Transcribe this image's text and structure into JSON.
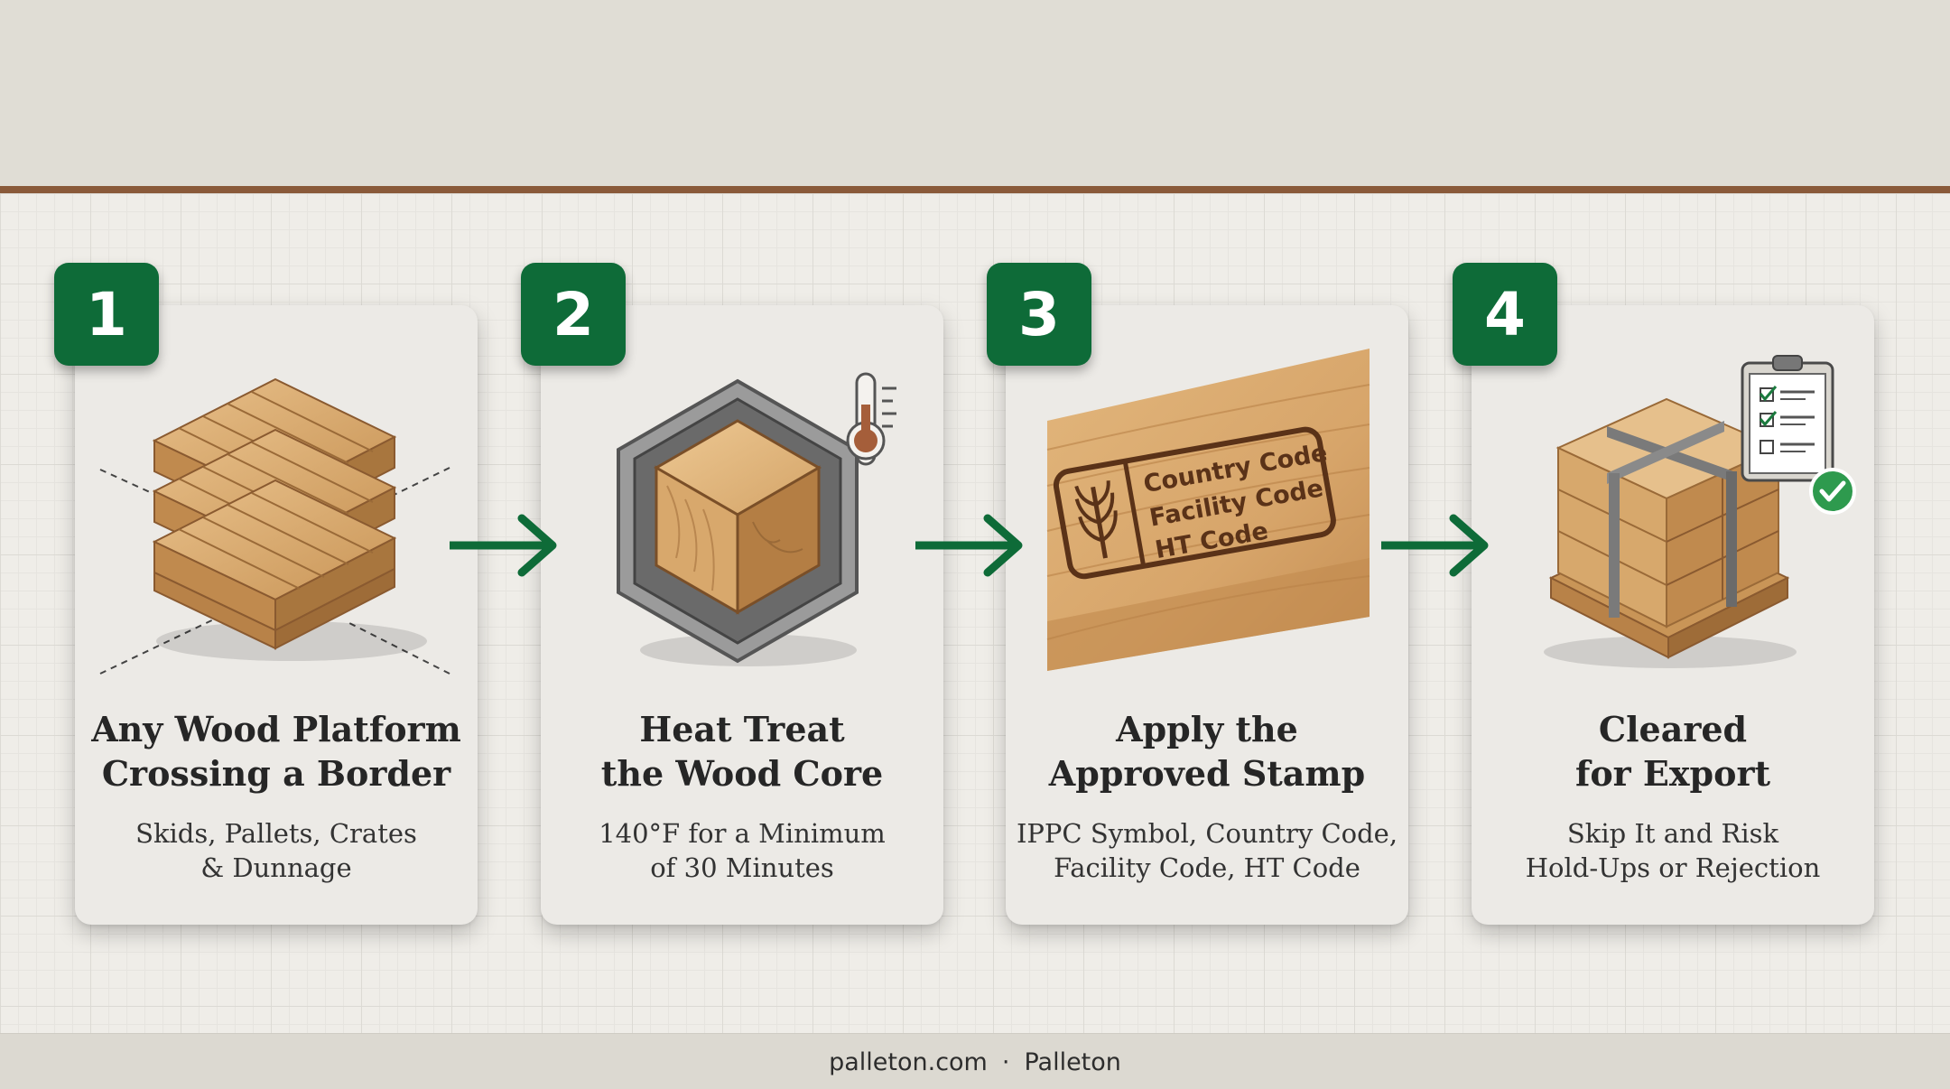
{
  "steps": [
    {
      "number": "1",
      "title_line1": "Any Wood Platform",
      "title_line2": "Crossing a Border",
      "sub_line1": "Skids, Pallets, Crates",
      "sub_line2": "& Dunnage",
      "icon": "pallet-stack-icon"
    },
    {
      "number": "2",
      "title_line1": "Heat Treat",
      "title_line2": "the Wood Core",
      "sub_line1": "140°F for a Minimum",
      "sub_line2": "of 30 Minutes",
      "icon": "heat-treat-chamber-icon"
    },
    {
      "number": "3",
      "title_line1": "Apply the",
      "title_line2": "Approved Stamp",
      "sub_line1": "IPPC Symbol, Country Code,",
      "sub_line2": "Facility Code, HT Code",
      "icon": "stamped-wood-icon"
    },
    {
      "number": "4",
      "title_line1": "Cleared",
      "title_line2": "for Export",
      "sub_line1": "Skip It and Risk",
      "sub_line2": "Hold-Ups or Rejection",
      "icon": "export-shipment-icon"
    }
  ],
  "stamp": {
    "line1": "Country Code",
    "line2": "Facility Code",
    "line3": "HT Code"
  },
  "footer": {
    "site": "palleton.com",
    "separator": "·",
    "brand": "Palleton"
  },
  "colors": {
    "accent_green": "#0e6b38",
    "rule_brown": "#8a5a3a",
    "card_bg": "#eceae6",
    "wood": "#d9a86a"
  }
}
